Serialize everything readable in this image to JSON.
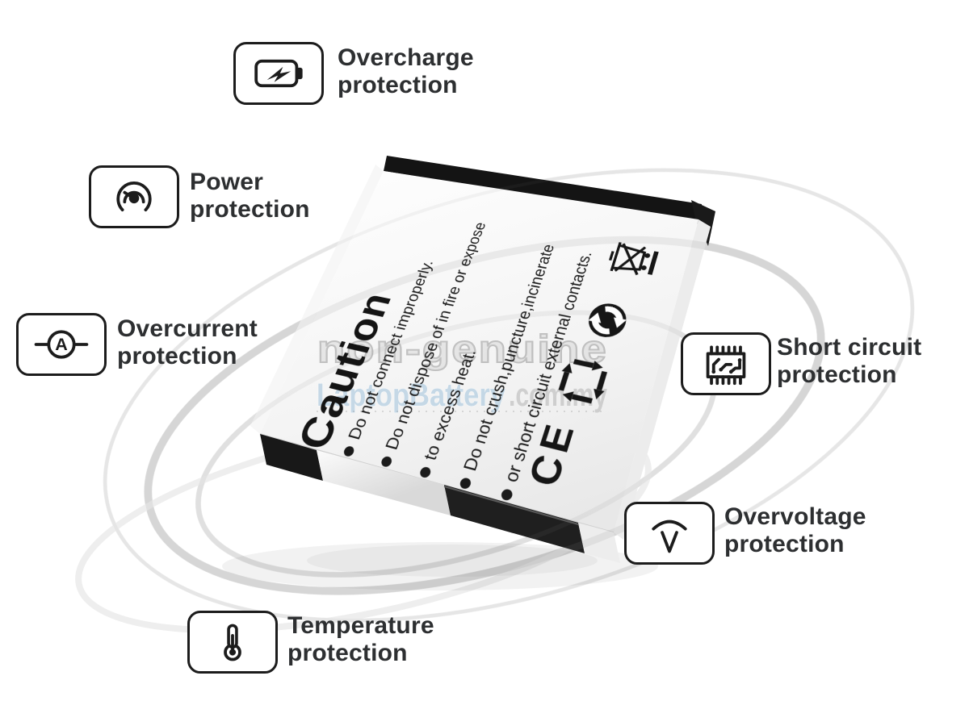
{
  "callouts": [
    {
      "id": "overcharge",
      "line1": "Overcharge",
      "line2": "protection",
      "icon": "battery-bolt-icon"
    },
    {
      "id": "power",
      "line1": "Power",
      "line2": "protection",
      "icon": "gauge-icon"
    },
    {
      "id": "overcurrent",
      "line1": "Overcurrent",
      "line2": "protection",
      "icon": "ammeter-icon"
    },
    {
      "id": "short-circuit",
      "line1": "Short circuit",
      "line2": "protection",
      "icon": "circuit-chip-icon"
    },
    {
      "id": "overvoltage",
      "line1": "Overvoltage",
      "line2": "protection",
      "icon": "voltage-arc-icon"
    },
    {
      "id": "temperature",
      "line1": "Temperature",
      "line2": "protection",
      "icon": "thermometer-icon"
    }
  ],
  "battery": {
    "caution_label": "Caution",
    "warnings": [
      "Do not connect improperly.",
      "Do not dispose of in fire or expose",
      "to excess heat.",
      "Do not crush,puncture,incinerate",
      "or short circuit external contacts."
    ],
    "ce_mark": "CE",
    "symbols": {
      "weee": "weee-crossed-bin-icon",
      "green_dot": "green-dot-recycle-icon",
      "square": "square-recycle-icon"
    }
  },
  "watermark": {
    "title": "non-genuine",
    "site_name": "LaptopBattery",
    "site_tld": ".com.my"
  },
  "colors": {
    "icon_stroke": "#1c1c1c",
    "label_text": "#2d2f31",
    "watermark_blue": "#a8c6dd",
    "watermark_gray": "#b3b3b3",
    "watermark_outline": "#8f8f8f"
  }
}
